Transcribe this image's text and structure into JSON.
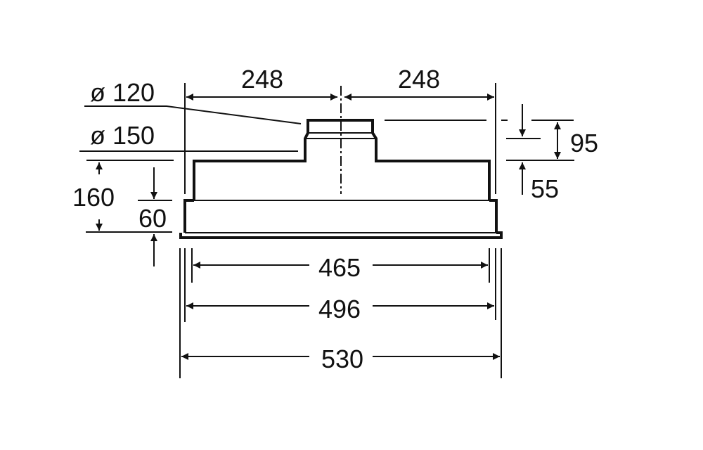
{
  "dimensions": {
    "left_offset": "248",
    "right_offset": "248",
    "dia_small": "ø 120",
    "dia_large": "ø 150",
    "height_total": "160",
    "height_lower": "60",
    "spigot_height": "95",
    "spigot_upper": "55",
    "width_inner": "465",
    "width_mid": "496",
    "width_outer": "530"
  },
  "colors": {
    "line": "#111111",
    "background": "#ffffff"
  }
}
